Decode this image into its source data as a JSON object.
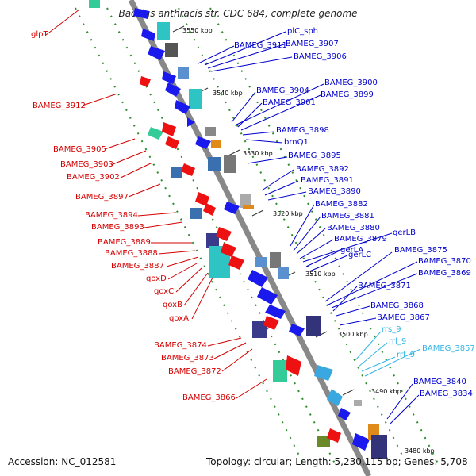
{
  "title": "Bacillus anthracis str. CDC 684, complete genome",
  "accession": "Accession: NC_012581",
  "summary": "Topology: circular; Length: 5,230,115 bp; Genes: 5,708",
  "colors": {
    "left_label": "#d40000",
    "right_label": "#0000cc",
    "rna_label": "#33b5e5",
    "backbone": "#888888",
    "grid": "#2e8b2e"
  },
  "kbp_ticks": [
    "3550 kbp",
    "3540 kbp",
    "3530 kbp",
    "3520 kbp",
    "3510 kbp",
    "3500 kbp",
    "3490 kbp",
    "3480 kbp"
  ],
  "left_labels": [
    "glpT",
    "BAMEG_3912",
    "BAMEG_3905",
    "BAMEG_3903",
    "BAMEG_3902",
    "BAMEG_3897",
    "BAMEG_3894",
    "BAMEG_3893",
    "BAMEG_3889",
    "BAMEG_3888",
    "BAMEG_3887",
    "qoxD",
    "qoxC",
    "qoxB",
    "qoxA",
    "BAMEG_3874",
    "BAMEG_3873",
    "BAMEG_3872",
    "BAMEG_3866"
  ],
  "right_labels": [
    "BAMEG_3911",
    "plC_sph",
    "BAMEG_3907",
    "BAMEG_3906",
    "BAMEG_3904",
    "BAMEG_3900",
    "BAMEG_3901",
    "BAMEG_3899",
    "BAMEG_3898",
    "brnQ1",
    "BAMEG_3895",
    "BAMEG_3892",
    "BAMEG_3891",
    "BAMEG_3890",
    "BAMEG_3882",
    "BAMEG_3881",
    "BAMEG_3880",
    "BAMEG_3879",
    "gerLB",
    "gerLA",
    "BAMEG_3875",
    "gerLC",
    "BAMEG_3870",
    "BAMEG_3869",
    "BAMEG_3871",
    "BAMEG_3868",
    "BAMEG_3867",
    "BAMEG_3840",
    "BAMEG_3834"
  ],
  "rna_labels": [
    "rrs_9",
    "rrl_9",
    "rrf_9",
    "BAMEG_3857"
  ]
}
